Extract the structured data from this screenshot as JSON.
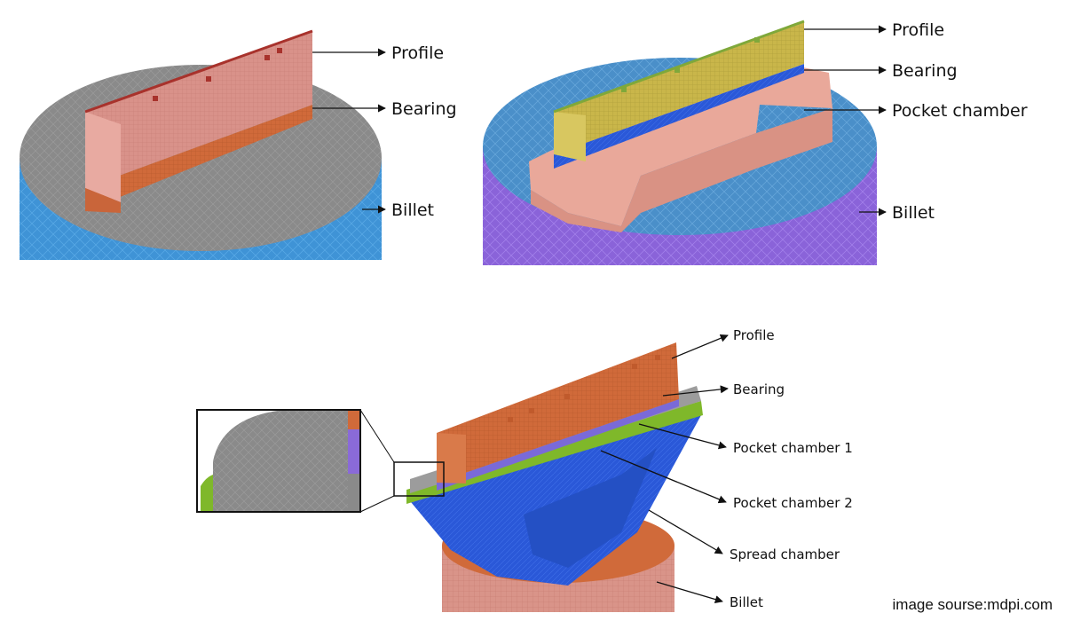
{
  "source": "image sourse:mdpi.com",
  "panels": [
    {
      "labels": [
        "Profile",
        "Bearing",
        "Billet"
      ]
    },
    {
      "labels": [
        "Profile",
        "Bearing",
        "Pocket chamber",
        "Billet"
      ]
    },
    {
      "labels": [
        "Profile",
        "Bearing",
        "Pocket chamber 1",
        "Pocket chamber 2",
        "Spread chamber",
        "Billet"
      ]
    }
  ]
}
